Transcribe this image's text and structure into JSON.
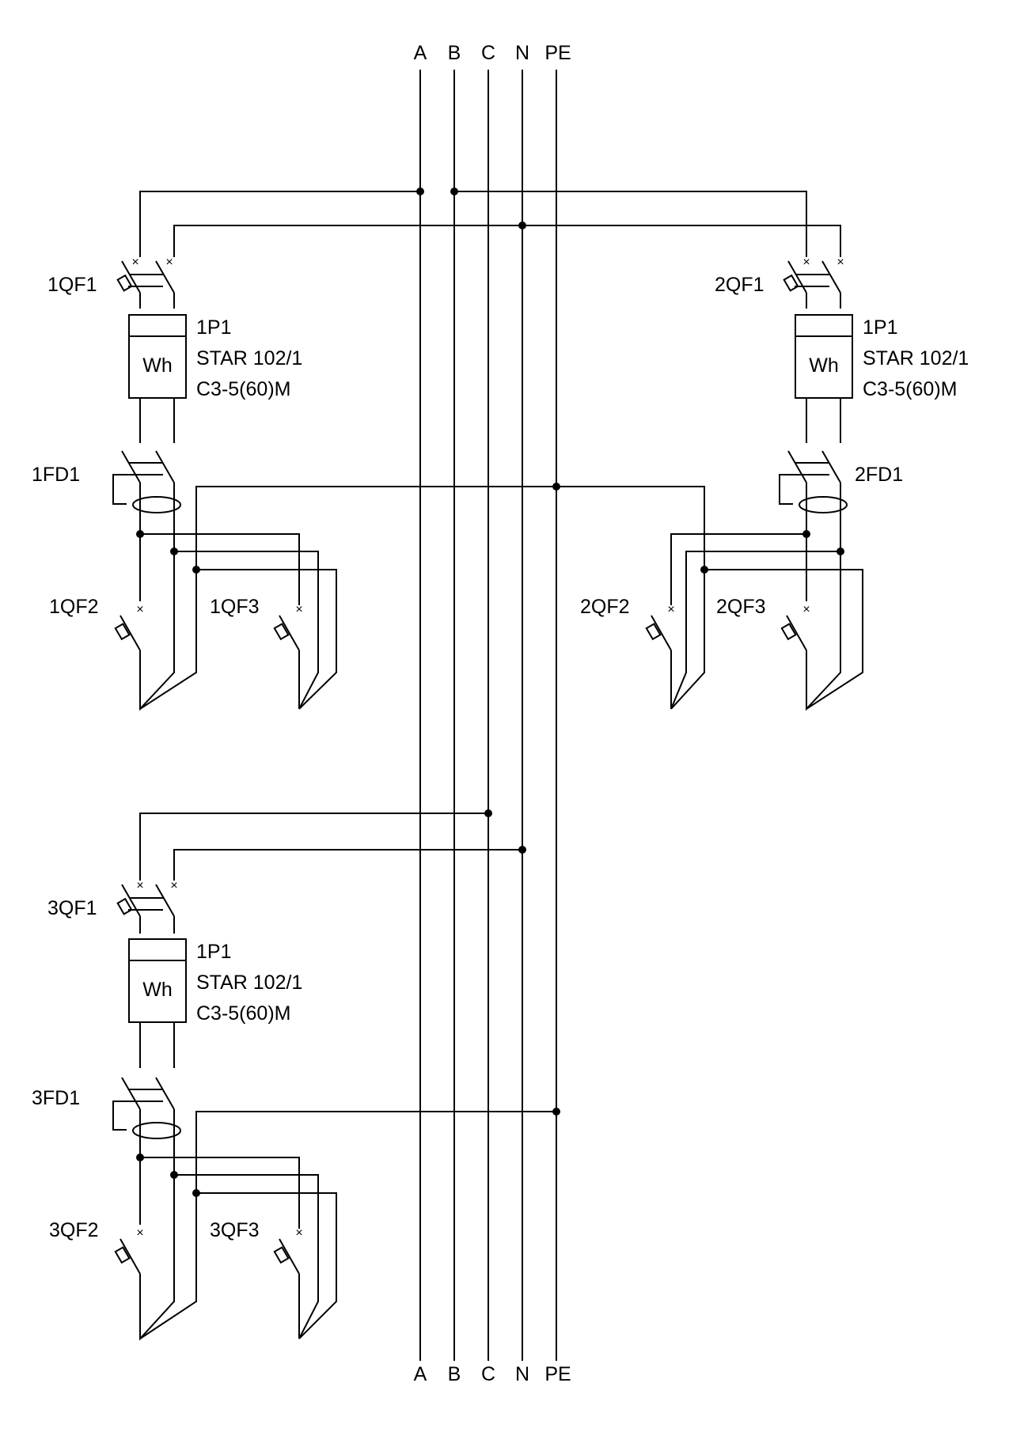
{
  "buses": [
    "A",
    "B",
    "C",
    "N",
    "PE"
  ],
  "groups": [
    {
      "qf1": "1QF1",
      "meter_symbol": "Wh",
      "meter_name": "1P1",
      "meter_model": "STAR 102/1",
      "meter_rating": "C3-5(60)M",
      "rcd": "1FD1",
      "qf2": "1QF2",
      "qf3": "1QF3"
    },
    {
      "qf1": "2QF1",
      "meter_symbol": "Wh",
      "meter_name": "1P1",
      "meter_model": "STAR 102/1",
      "meter_rating": "C3-5(60)M",
      "rcd": "2FD1",
      "qf2": "2QF2",
      "qf3": "2QF3"
    },
    {
      "qf1": "3QF1",
      "meter_symbol": "Wh",
      "meter_name": "1P1",
      "meter_model": "STAR 102/1",
      "meter_rating": "C3-5(60)M",
      "rcd": "3FD1",
      "qf2": "3QF2",
      "qf3": "3QF3"
    }
  ]
}
